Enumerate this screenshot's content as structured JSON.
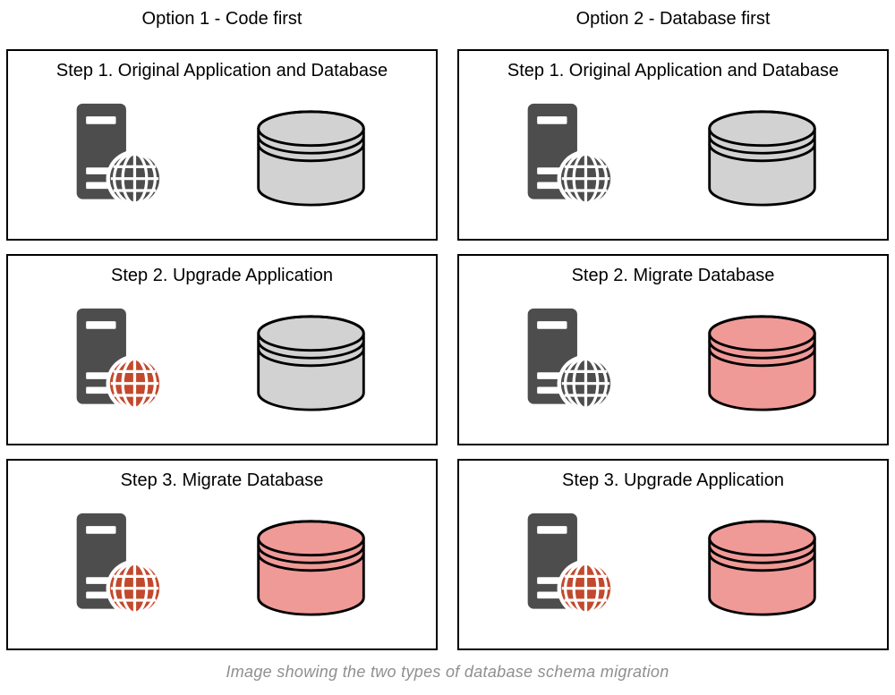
{
  "page": {
    "caption": "Image showing the two types of database schema migration"
  },
  "columns": [
    {
      "id": "option-1",
      "title": "Option 1 - Code first"
    },
    {
      "id": "option-2",
      "title": "Option 2 - Database first"
    }
  ],
  "panels": [
    {
      "column": "option-1",
      "step": 1,
      "title": "Step 1. Original Application and Database",
      "globe": "neutral",
      "database": "neutral"
    },
    {
      "column": "option-2",
      "step": 1,
      "title": "Step 1. Original Application and Database",
      "globe": "neutral",
      "database": "neutral"
    },
    {
      "column": "option-1",
      "step": 2,
      "title": "Step 2. Upgrade Application",
      "globe": "changed",
      "database": "neutral"
    },
    {
      "column": "option-2",
      "step": 2,
      "title": "Step 2. Migrate Database",
      "globe": "neutral",
      "database": "changed"
    },
    {
      "column": "option-1",
      "step": 3,
      "title": "Step 3. Migrate Database",
      "globe": "changed",
      "database": "changed"
    },
    {
      "column": "option-2",
      "step": 3,
      "title": "Step 3. Upgrade Application",
      "globe": "changed",
      "database": "changed"
    }
  ],
  "icons": {
    "application": "server-globe-icon",
    "database": "database-cylinder-icon"
  },
  "colors": {
    "icon_gray": "#4d4d4d",
    "icon_red": "#c2492d",
    "db_gray_fill": "#d2d2d2",
    "db_red_fill": "#f09a98",
    "outline": "#000000",
    "caption_text": "#8f8f8f"
  }
}
